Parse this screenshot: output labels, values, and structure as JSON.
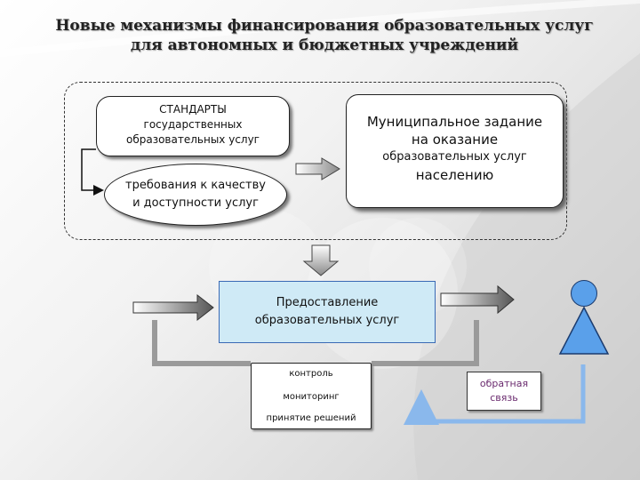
{
  "title": {
    "line1": "Новые механизмы финансирования образовательных услуг",
    "line2": "для автономных и бюджетных учреждений"
  },
  "standards": {
    "line1": "СТАНДАРТЫ",
    "line2": "государственных",
    "line3": "образовательных услуг"
  },
  "requirements": {
    "line1": "требования к качеству",
    "line2": "и доступности услуг"
  },
  "municipal_task": {
    "line1": "Муниципальное задание",
    "line2": "на оказание",
    "line3": "образовательных услуг",
    "line4": "населению"
  },
  "provision": {
    "line1": "Предоставление",
    "line2": "образовательных услуг"
  },
  "control": {
    "line1": "контроль",
    "line2": "мониторинг",
    "line3": "принятие решений"
  },
  "feedback": {
    "line1": "обратная",
    "line2": "связь"
  },
  "colors": {
    "provision_fill": "#cfeaf6",
    "provision_border": "#3a6ab5",
    "feedback_text": "#6a2a6e",
    "person": "#5aa0ea",
    "feedback_arrow": "#8ab8ec",
    "control_arrow": "#9a9a9a"
  }
}
